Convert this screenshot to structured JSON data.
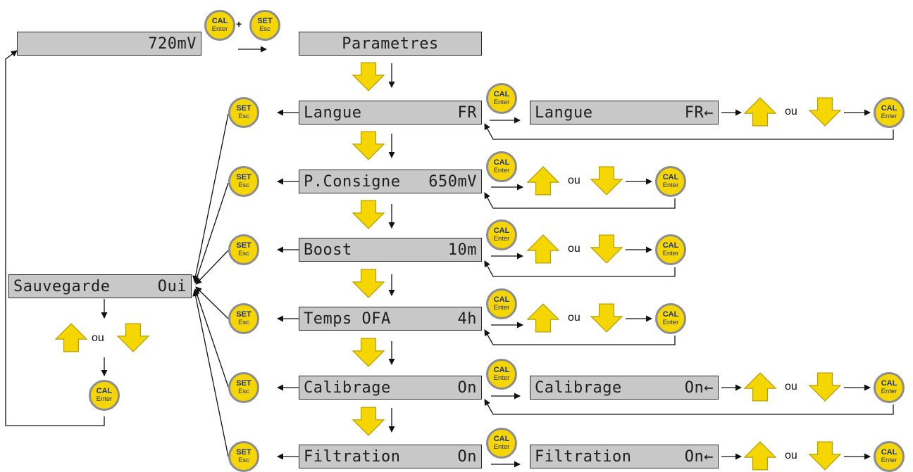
{
  "colors": {
    "button_fill": "#f6d600",
    "button_ring": "#8d8d8d",
    "button_text": "#1a2f86",
    "lcd_bg": "#c8c8c8",
    "arrow_fill": "#f6d600"
  },
  "buttons": {
    "cal": {
      "top": "CAL",
      "bottom": "Enter"
    },
    "set": {
      "top": "SET",
      "bottom": "Esc"
    }
  },
  "connector_plus": "+",
  "or_label": "ou",
  "display_top": {
    "value": "720mV"
  },
  "parametres": {
    "label": "Parametres"
  },
  "save_screen": {
    "label": "Sauvegarde",
    "value": "Oui"
  },
  "menu_items": [
    {
      "label": "Langue",
      "value": "FR",
      "edit_label": "Langue",
      "edit_value": "FR←"
    },
    {
      "label": "P.Consigne",
      "value": "650mV"
    },
    {
      "label": "Boost",
      "value": "10m"
    },
    {
      "label": "Temps OFA",
      "value": "4h"
    },
    {
      "label": "Calibrage",
      "value": "On",
      "edit_label": "Calibrage",
      "edit_value": "On←"
    },
    {
      "label": "Filtration",
      "value": "On",
      "edit_label": "Filtration",
      "edit_value": "On←"
    }
  ]
}
